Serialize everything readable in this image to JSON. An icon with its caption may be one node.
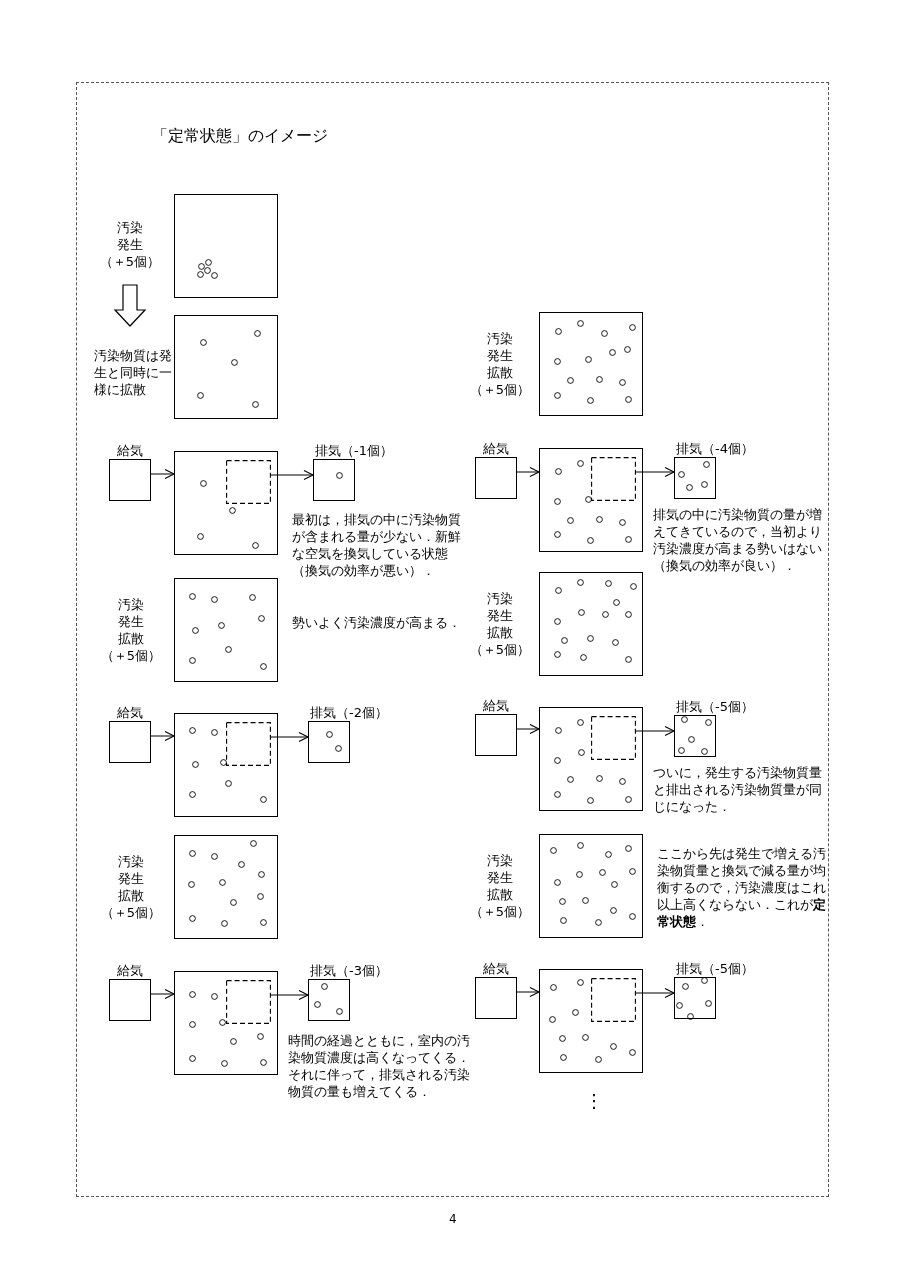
{
  "diagram": {
    "title": "「定常状態」のイメージ",
    "nodes": [
      {
        "text": [
          "汚染発生",
          "（＋5個）"
        ]
      },
      {
        "text": [],
        "shape": "box"
      },
      {
        "text": [
          "汚染物質は発生と同時に一様に拡散"
        ]
      },
      {
        "text": [],
        "shape": "box"
      },
      {
        "text": [
          "給気"
        ]
      },
      {
        "text": [],
        "shape": "box"
      },
      {
        "text": [],
        "shape": "box",
        "in": 5
      },
      {
        "text": [
          "排気（-1個）"
        ]
      },
      {
        "text": [],
        "shape": "box",
        "beside": [
          "汚染発生拡散",
          "（＋5個）"
        ]
      },
      {
        "text": [
          "給気"
        ]
      },
      {
        "text": [],
        "shape": "box"
      },
      {
        "text": [],
        "shape": "box",
        "in": 10
      },
      {
        "text": [
          "排気（-2個）"
        ]
      },
      {
        "text": [],
        "shape": "box",
        "beside": [
          "汚染発生拡散",
          "（＋5個）"
        ]
      },
      {
        "text": [
          "給気"
        ]
      },
      {
        "text": [],
        "shape": "box"
      },
      {
        "text": [],
        "shape": "box",
        "in": 15
      },
      {
        "text": [
          "排気（-3個）"
        ]
      },
      {
        "text": [],
        "shape": "box",
        "beside": [
          "汚染発生拡散",
          "（＋5個）"
        ]
      },
      {
        "text": [
          "給気"
        ]
      },
      {
        "text": [],
        "shape": "box"
      },
      {
        "text": [],
        "shape": "box",
        "in": 20
      },
      {
        "text": [
          "排気（-4個）"
        ]
      },
      {
        "text": [],
        "shape": "box",
        "beside": [
          "汚染発生拡散",
          "（＋5個）"
        ]
      },
      {
        "text": [
          "給気"
        ]
      },
      {
        "text": [],
        "shape": "box"
      },
      {
        "text": [],
        "shape": "box",
        "in": 25
      },
      {
        "text": [
          "排気（-5個）"
        ]
      },
      {
        "text": [],
        "shape": "box",
        "beside": [
          "汚染発生拡散",
          "（＋5個）"
        ]
      },
      {
        "text": [
          "給気"
        ]
      },
      {
        "text": [],
        "shape": "box"
      },
      {
        "text": [],
        "shape": "box",
        "in": 30
      },
      {
        "text": [
          "排気（-5個）"
        ]
      }
    ],
    "edges": [
      {
        "from": 0,
        "to": 2,
        "arrow": "to",
        "style": "thick"
      },
      {
        "from": 4,
        "to": 5,
        "arrow": "to"
      },
      {
        "from": 6,
        "to": 7,
        "arrow": "to"
      },
      {
        "from": 9,
        "to": 10,
        "arrow": "to"
      },
      {
        "from": 11,
        "to": 12,
        "arrow": "to"
      },
      {
        "from": 14,
        "to": 15,
        "arrow": "to"
      },
      {
        "from": 16,
        "to": 17,
        "arrow": "to"
      },
      {
        "from": 19,
        "to": 20,
        "arrow": "to"
      },
      {
        "from": 21,
        "to": 22,
        "arrow": "to"
      },
      {
        "from": 24,
        "to": 25,
        "arrow": "to"
      },
      {
        "from": 26,
        "to": 27,
        "arrow": "to"
      },
      {
        "from": 29,
        "to": 30,
        "arrow": "to"
      },
      {
        "from": 31,
        "to": 32,
        "arrow": "to"
      }
    ],
    "labels": [
      "最初は，排気の中に汚染物質が含まれる量が少ない．新鮮な空気を換気している状態（換気の効率が悪い）．",
      "勢いよく汚染濃度が高まる．",
      "時間の経過とともに，室内の汚染物質濃度は高くなってくる．それに伴って，排気される汚染物質の量も増えてくる．",
      "排気の中に汚染物質の量が増えてきているので，当初より汚染濃度が高まる勢いはない（換気の効率が良い）．",
      "ついに，発生する汚染物質量と排出される汚染物質量が同じになった．",
      "ここから先は発生で増える汚染物質量と換気で減る量が均衡するので，汚染濃度はこれ以上高くならない．これが**定常状態**．",
      "⋮",
      "4"
    ]
  }
}
